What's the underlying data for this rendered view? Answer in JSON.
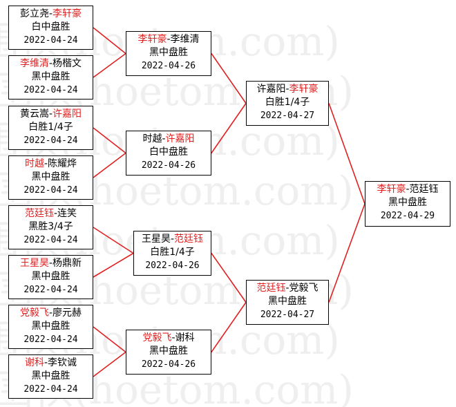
{
  "colors": {
    "winner": "#e02020",
    "text": "#000000",
    "connector": "#e02020",
    "border": "#000000"
  },
  "watermark": "围棋(hoetom.com)",
  "matches": [
    {
      "id": "r1m1",
      "p1": "彭立尧",
      "p2": "李轩豪",
      "winner": 2,
      "result": "白中盘胜",
      "date": "2022-04-24"
    },
    {
      "id": "r1m2",
      "p1": "李维清",
      "p2": "杨楷文",
      "winner": 1,
      "result": "黑中盘胜",
      "date": "2022-04-24"
    },
    {
      "id": "r1m3",
      "p1": "黄云嵩",
      "p2": "许嘉阳",
      "winner": 2,
      "result": "白胜1/4子",
      "date": "2022-04-24"
    },
    {
      "id": "r1m4",
      "p1": "时越",
      "p2": "陈耀烨",
      "winner": 1,
      "result": "黑中盘胜",
      "date": "2022-04-24"
    },
    {
      "id": "r1m5",
      "p1": "范廷钰",
      "p2": "连笑",
      "winner": 1,
      "result": "黑胜3/4子",
      "date": "2022-04-24"
    },
    {
      "id": "r1m6",
      "p1": "王星昊",
      "p2": "杨鼎新",
      "winner": 1,
      "result": "黑中盘胜",
      "date": "2022-04-24"
    },
    {
      "id": "r1m7",
      "p1": "党毅飞",
      "p2": "廖元赫",
      "winner": 1,
      "result": "黑中盘胜",
      "date": "2022-04-24"
    },
    {
      "id": "r1m8",
      "p1": "谢科",
      "p2": "李钦诚",
      "winner": 1,
      "result": "黑中盘胜",
      "date": "2022-04-24"
    },
    {
      "id": "r2m1",
      "p1": "李轩豪",
      "p2": "李维清",
      "winner": 1,
      "result": "黑中盘胜",
      "date": "2022-04-26"
    },
    {
      "id": "r2m2",
      "p1": "时越",
      "p2": "许嘉阳",
      "winner": 2,
      "result": "白中盘胜",
      "date": "2022-04-26"
    },
    {
      "id": "r2m3",
      "p1": "王星昊",
      "p2": "范廷钰",
      "winner": 2,
      "result": "白胜1/4子",
      "date": "2022-04-26"
    },
    {
      "id": "r2m4",
      "p1": "党毅飞",
      "p2": "谢科",
      "winner": 1,
      "result": "黑中盘胜",
      "date": "2022-04-26"
    },
    {
      "id": "r3m1",
      "p1": "许嘉阳",
      "p2": "李轩豪",
      "winner": 2,
      "result": "白胜1/4子",
      "date": "2022-04-27"
    },
    {
      "id": "r3m2",
      "p1": "范廷钰",
      "p2": "党毅飞",
      "winner": 1,
      "result": "黑中盘胜",
      "date": "2022-04-27"
    },
    {
      "id": "final",
      "p1": "李轩豪",
      "p2": "范廷钰",
      "winner": 1,
      "result": "黑中盘胜",
      "date": "2022-04-29"
    }
  ]
}
